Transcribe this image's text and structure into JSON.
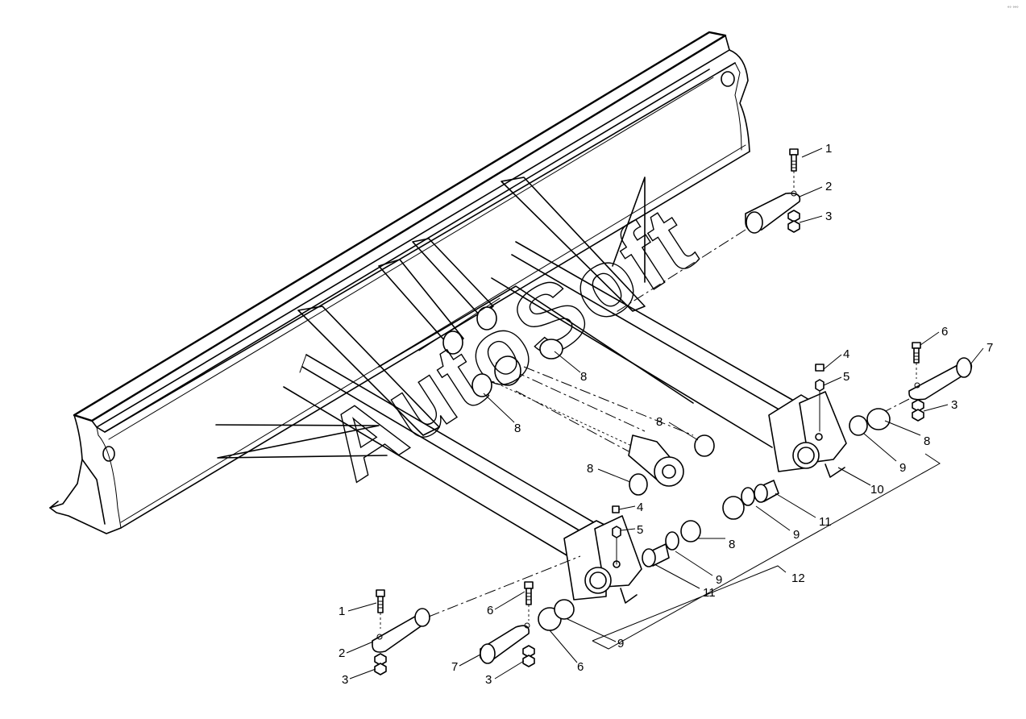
{
  "watermark": "AutoSoft",
  "corner_mark": "°° °°°",
  "callouts": {
    "c1a": "1",
    "c2a": "2",
    "c3a": "3",
    "c4a": "4",
    "c5a": "5",
    "c6a": "6",
    "c7a": "7",
    "c3b": "3",
    "c8a": "8",
    "c8b": "8",
    "c8c": "8",
    "c8d": "8",
    "c8e": "8",
    "c8f": "8",
    "c9a": "9",
    "c9b": "9",
    "c9c": "9",
    "c9d": "9",
    "c10": "10",
    "c11a": "11",
    "c11b": "11",
    "c12": "12",
    "c4b": "4",
    "c5b": "5",
    "c1b": "1",
    "c2b": "2",
    "c3c": "3",
    "c6b": "6",
    "c6c": "6",
    "c7b": "7",
    "c3d": "3"
  },
  "colors": {
    "line": "#000000",
    "background": "#ffffff"
  }
}
